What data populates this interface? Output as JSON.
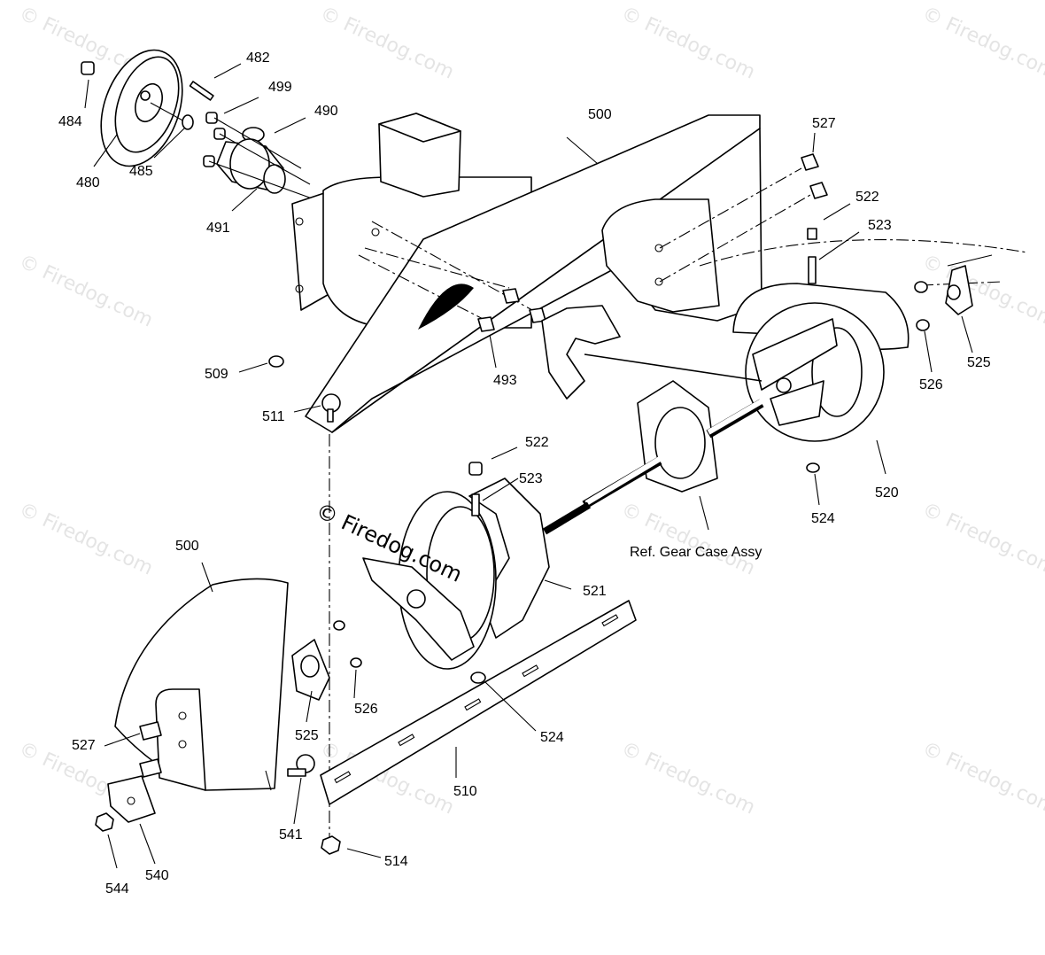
{
  "watermark": "© Firedog.com",
  "labels": {
    "l482": "482",
    "l499": "499",
    "l490": "490",
    "l484": "484",
    "l485": "485",
    "l480": "480",
    "l491": "491",
    "l500a": "500",
    "l527a": "527",
    "l522a": "522",
    "l523a": "523",
    "l509": "509",
    "l511": "511",
    "l493": "493",
    "l525a": "525",
    "l526a": "526",
    "l524a": "524",
    "l520": "520",
    "l522b": "522",
    "l523b": "523",
    "ref": "Ref. Gear Case Assy",
    "l521": "521",
    "l500b": "500",
    "l526b": "526",
    "l525b": "525",
    "l524b": "524",
    "l527b": "527",
    "l510": "510",
    "l541": "541",
    "l540": "540",
    "l544": "544",
    "l514": "514"
  }
}
